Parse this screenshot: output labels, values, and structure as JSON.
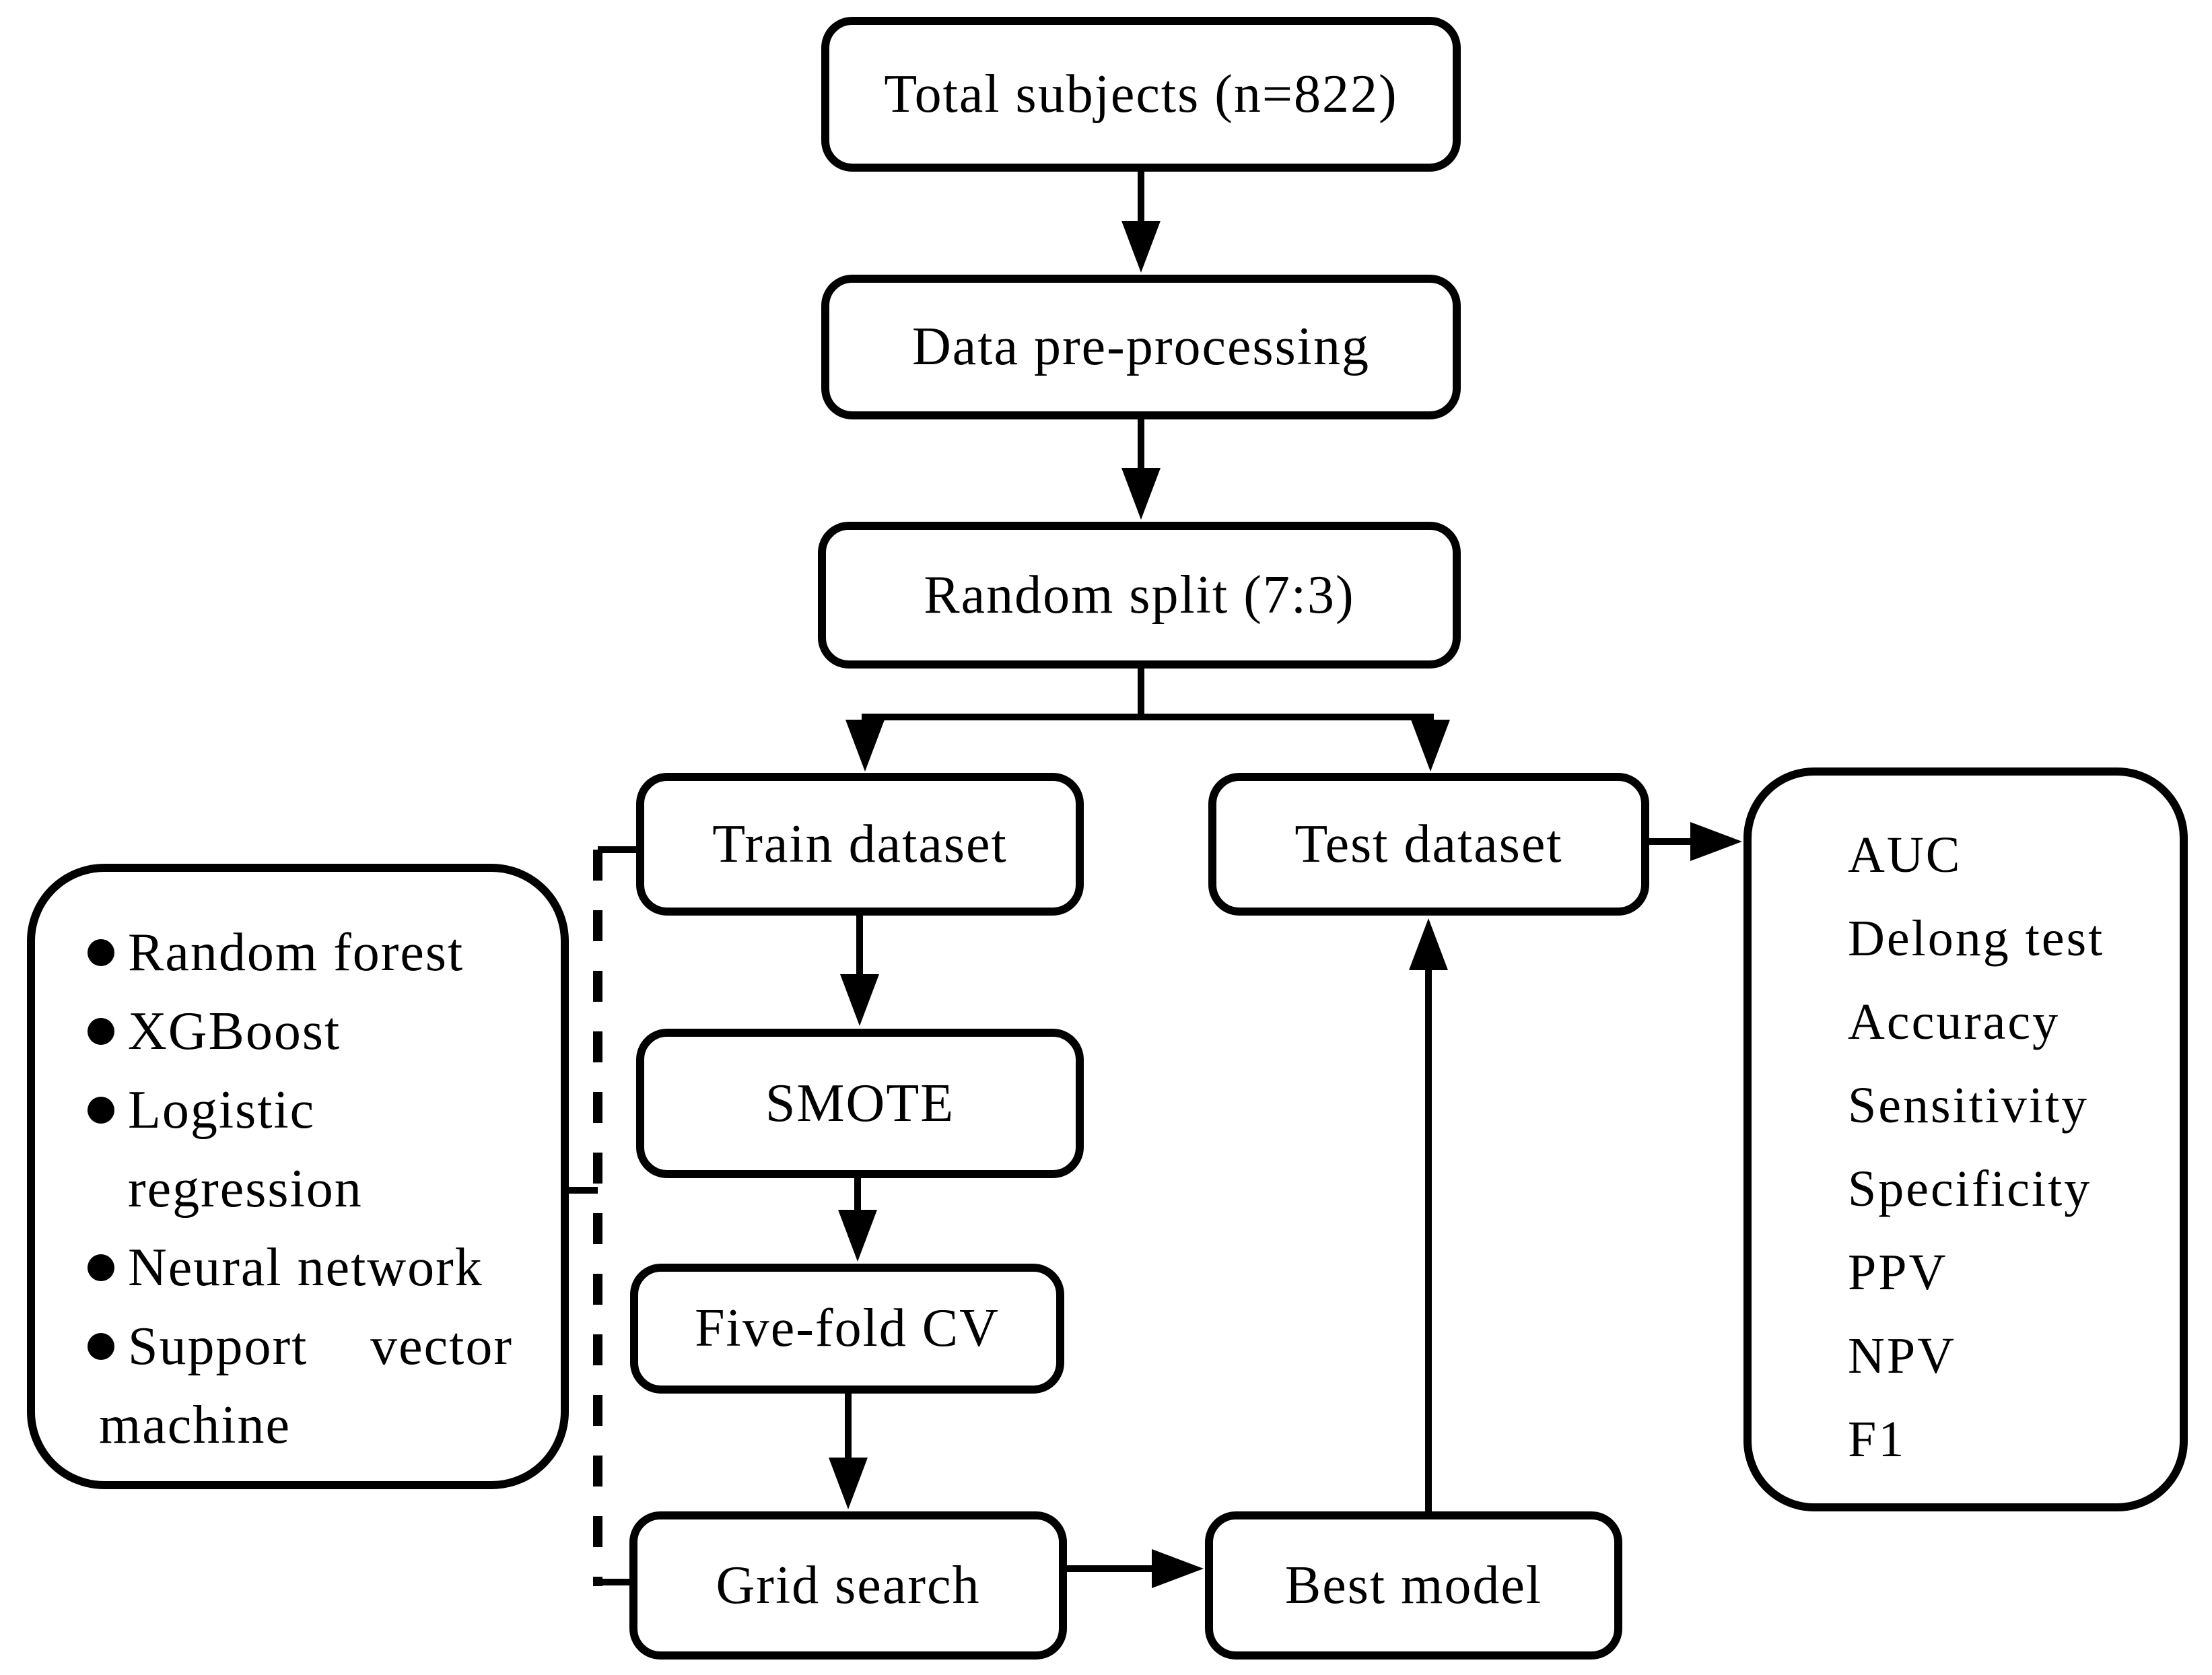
{
  "nodes": {
    "total_subjects": "Total subjects (n=822)",
    "data_preprocessing": "Data pre-processing",
    "random_split": "Random split (7:3)",
    "train_dataset": "Train dataset",
    "test_dataset": "Test dataset",
    "smote": "SMOTE",
    "five_fold_cv": "Five-fold CV",
    "grid_search": "Grid search",
    "best_model": "Best model"
  },
  "models_box": {
    "items": [
      "Random forest",
      "XGBoost",
      "Logistic regression",
      "Neural network",
      "Support vector machine"
    ],
    "lines": [
      {
        "bullet": true,
        "text": "Random forest"
      },
      {
        "bullet": true,
        "text": "XGBoost"
      },
      {
        "bullet": true,
        "text": "Logistic"
      },
      {
        "bullet": false,
        "text": "regression"
      },
      {
        "bullet": true,
        "text": "Neural network"
      },
      {
        "bullet": true,
        "word1": "Support",
        "word2": "vector"
      },
      {
        "bullet": false,
        "text": "machine"
      }
    ]
  },
  "metrics_box": {
    "items": [
      "AUC",
      "Delong test",
      "Accuracy",
      "Sensitivity",
      "Specificity",
      "PPV",
      "NPV",
      "F1"
    ]
  },
  "colors": {
    "ink": "#000000",
    "background": "#ffffff"
  }
}
